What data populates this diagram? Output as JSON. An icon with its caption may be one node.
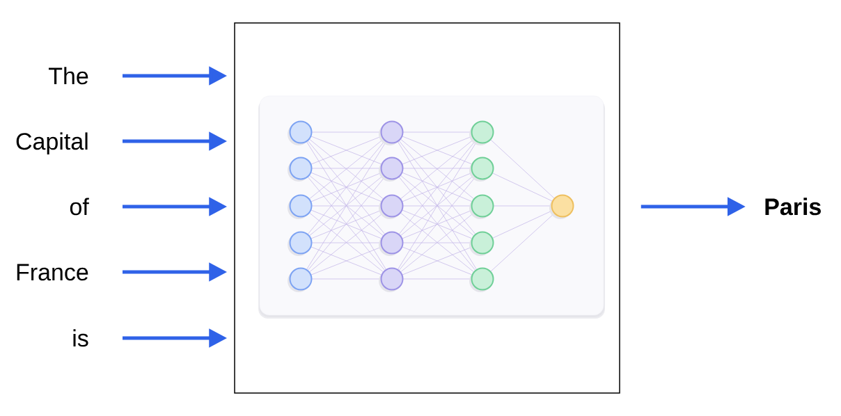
{
  "diagram": {
    "nodes": [
      {
        "text": [
          "The"
        ]
      },
      {
        "text": [
          "Capital"
        ]
      },
      {
        "text": [
          "of"
        ]
      },
      {
        "text": [
          "France"
        ]
      },
      {
        "text": [
          "is"
        ]
      },
      {
        "text": [],
        "shape": "box"
      },
      {
        "text": [
          "Paris"
        ]
      }
    ],
    "edges": [
      {
        "from": 0,
        "to": 5,
        "arrow": "to"
      },
      {
        "from": 1,
        "to": 5,
        "arrow": "to"
      },
      {
        "from": 2,
        "to": 5,
        "arrow": "to"
      },
      {
        "from": 3,
        "to": 5,
        "arrow": "to"
      },
      {
        "from": 4,
        "to": 5,
        "arrow": "to"
      },
      {
        "from": 5,
        "to": 6,
        "arrow": "to"
      }
    ]
  }
}
